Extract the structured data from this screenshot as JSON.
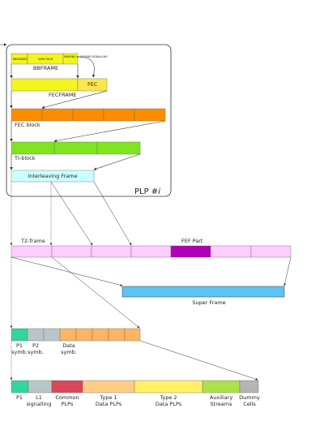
{
  "labels": {
    "bbheader": "BBHEADER",
    "data_field": "DATA FIELD",
    "padding": "PADDING or IN-BAND SIGNALLING",
    "bbframe": "BBFRAME",
    "fec": "FEC",
    "fecframe": "FECFRAME",
    "fec_block": "FEC block",
    "ti_block": "TI-block",
    "interleaving_frame": "Interleaving Frame",
    "plp_prefix": "PLP #",
    "plp_index": "i",
    "t2_frame": "T2-frame",
    "fef_part": "FEF Part",
    "super_frame": "Super Frame",
    "p1_symb_1": "P1",
    "p1_symb_2": "symb.",
    "p2_symb_1": "P2",
    "p2_symb_2": "symb.",
    "data_symb_1": "Data",
    "data_symb_2": "symb.",
    "p1": "P1",
    "l1_1": "L1",
    "l1_2": "signalling",
    "common_1": "Common",
    "common_2": "PLPs",
    "type1_1": "Type 1",
    "type1_2": "Data PLPs",
    "type2_1": "Type 2",
    "type2_2": "Data PLPs",
    "aux_1": "Auxiliary",
    "aux_2": "Streams",
    "dummy_1": "Dummy",
    "dummy_2": "Cells"
  },
  "colors": {
    "bbframe": "#f4f41e",
    "fecframe": "#f4f41e",
    "fec": "#fde64c",
    "fec_block": "#ff8c00",
    "ti_block": "#7fe51e",
    "interleaving": "#ccffff",
    "t2_frame": "#ffccff",
    "fef_part": "#b000b8",
    "super_frame": "#5cc4f4",
    "p1": "#33d699",
    "l1": "#b7c7c7",
    "data_symb": "#ffb464",
    "common": "#d9475b",
    "type1": "#ffcc88",
    "type2": "#fff066",
    "aux": "#aee04a",
    "dummy": "#b5b5b5"
  }
}
